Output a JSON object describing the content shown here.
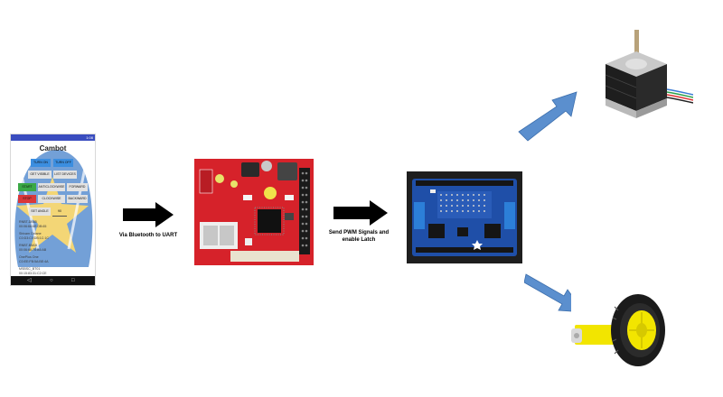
{
  "phone": {
    "status_time": "1:08",
    "app_title": "Cambot",
    "buttons": {
      "turn_on": "TURN ON",
      "turn_off": "TURN OFF",
      "get_visible": "GET VISIBLE",
      "list_devices": "LIST DEVICES",
      "start": "START",
      "anticlockwise": "ANTICLOCKWISE",
      "forward": "FORWARD",
      "stop": "STOP",
      "clockwise": "CLOCKWISE",
      "backward": "BACKWARD",
      "set_angle": "SET ANGLE",
      "angle_value": "90"
    },
    "devices": [
      {
        "name": "RNBT-DB65",
        "addr": "00:06:66:6E:DB:65"
      },
      {
        "name": "Shivam Octane",
        "addr": "C0:D3:C0:DB:1C:1C"
      },
      {
        "name": "RNBT-B5AB",
        "addr": "00:06:66:78:B5:AB"
      },
      {
        "name": "OnePlus One",
        "addr": "C0:EE:FB:5A:BE:4A"
      },
      {
        "name": "MSBSC_BT01",
        "addr": "00:15:83:31:C2:CE"
      }
    ]
  },
  "labels": {
    "arrow1": "Via Bluetooth to UART",
    "arrow2": "Send PWM Signals and enable Latch"
  },
  "colors": {
    "arrow_black": "#000000",
    "arrow_blue": "#5b8fce",
    "board_red": "#d6222a",
    "shield_blue": "#1f4fa8",
    "phone_bg_blue": "#5a8fd0",
    "phone_bg_yellow": "#f3d676",
    "btn_blue": "#3b8ee0",
    "btn_green": "#3aa845",
    "btn_red": "#d9373a",
    "btn_grey": "#e2e2e2",
    "wheel_yellow": "#f2e500"
  }
}
